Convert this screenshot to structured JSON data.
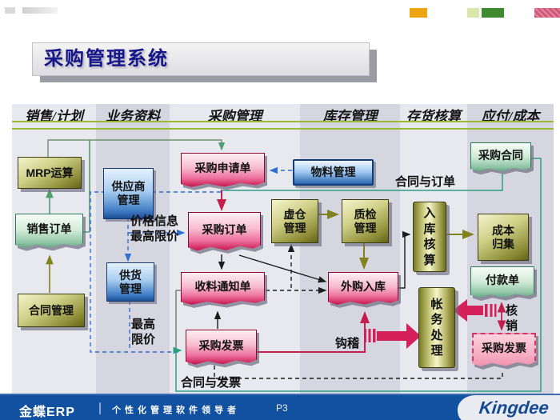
{
  "title": "采购管理系统",
  "columns": [
    {
      "label": "销售/计划"
    },
    {
      "label": "业务资料"
    },
    {
      "label": "采购管理"
    },
    {
      "label": "库存管理"
    },
    {
      "label": "存货核算"
    },
    {
      "label": "应付/成本"
    }
  ],
  "nodes": {
    "mrp": {
      "label": "MRP运算"
    },
    "sales_order": {
      "label": "销售订单"
    },
    "contract_mgmt": {
      "label": "合同管理"
    },
    "supplier_mgmt": {
      "label": "供应商\n管理"
    },
    "supply_mgmt": {
      "label": "供货\n管理"
    },
    "purchase_request": {
      "label": "采购申请单"
    },
    "material_mgmt": {
      "label": "物料管理"
    },
    "purchase_order": {
      "label": "采购订单"
    },
    "virtual_wh": {
      "label": "虚仓\n管理"
    },
    "quality_insp": {
      "label": "质检\n管理"
    },
    "receipt_notice": {
      "label": "收料通知单"
    },
    "outsourced_in": {
      "label": "外购入库"
    },
    "purchase_invoice": {
      "label": "采购发票"
    },
    "warehouse_acct": {
      "label": "入\n库\n核\n算"
    },
    "account_proc": {
      "label": "帐\n务\n处\n理"
    },
    "cost_collect": {
      "label": "成本\n归集"
    },
    "purchase_contract": {
      "label": "采购合同"
    },
    "payment_bill": {
      "label": "付款单"
    },
    "purchase_invoice_ap": {
      "label": "采购发票"
    }
  },
  "labels": {
    "price_info": "价格信息\n最高限价",
    "max_price": "最高\n限价",
    "contract_order": "合同与订单",
    "check": "钩稽",
    "writeoff": "核\n销",
    "contract_invoice": "合同与发票"
  },
  "footer": {
    "brand": "金蝶ERP",
    "divider": "｜",
    "slogan": "个性化管理软件领导者",
    "page": "P3",
    "logo": "Kingdee"
  },
  "colors": {
    "accent_red": "#d4215c",
    "footer_blue": "#12519f",
    "header_line_green": "#9cba34",
    "title_text": "#15158c",
    "kingdee_blue": "#134a96"
  }
}
